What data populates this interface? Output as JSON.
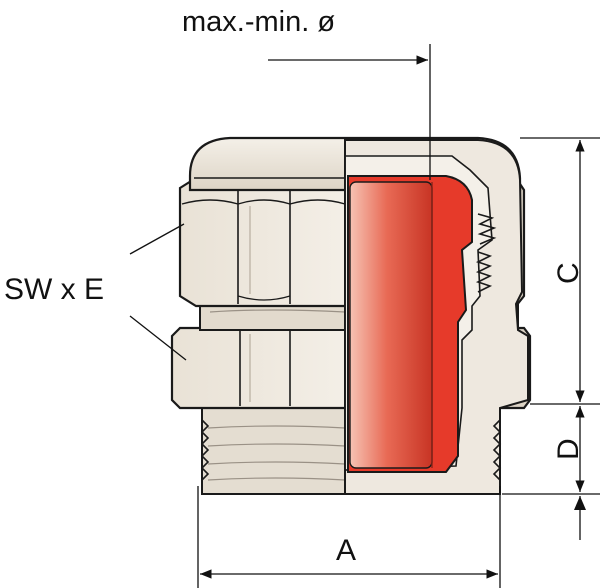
{
  "labels": {
    "max_min_diameter": "max.-min. ø",
    "sw_x_e": "SW x E",
    "dim_a": "A",
    "dim_c": "C",
    "dim_d": "D"
  },
  "colors": {
    "body": "#ECE6DC",
    "body_shade": "#D7CFC2",
    "outline": "#1A1A1A",
    "insert": "#E63A2A",
    "insert_light": "#F2A28E",
    "dim_line": "#111111"
  }
}
